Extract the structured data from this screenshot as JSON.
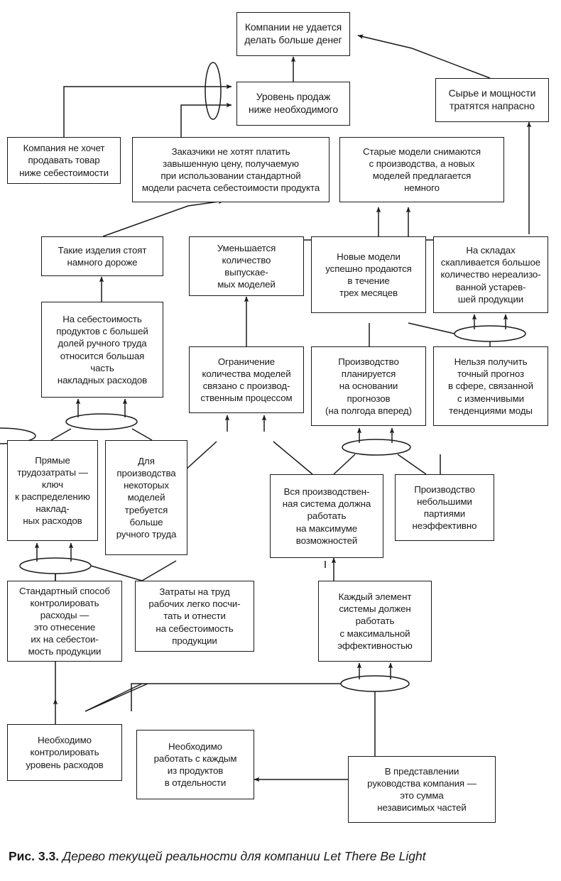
{
  "figure": {
    "caption_number": "Рис. 3.3.",
    "caption_text": "Дерево текущей реальности для компании Let There Be Light",
    "type": "current-reality-tree",
    "line_color": "#1a1a1a",
    "box_fill": "#ffffff"
  },
  "nodes": [
    {
      "id": "n1",
      "text": "Компании не удается\nделать больше денег"
    },
    {
      "id": "n2",
      "text": "Уровень продаж\nниже необходимого"
    },
    {
      "id": "n3",
      "text": "Сырье и мощности\nтратятся напрасно"
    },
    {
      "id": "n4",
      "text": "Компания не хочет\nпродавать товар\nниже себестоимости"
    },
    {
      "id": "n5",
      "text": "Заказчики не хотят платить\nзавышенную цену, получаемую\nпри использовании стандартной\nмодели расчета себестоимости продукта"
    },
    {
      "id": "n6",
      "text": "Старые модели снимаются\nс производства, а новых\nмоделей предлагается\nнемного"
    },
    {
      "id": "n7",
      "text": "Такие изделия стоят\nнамного дороже"
    },
    {
      "id": "n8",
      "text": "Уменьшается\nколичество\nвыпускае-\nмых моделей"
    },
    {
      "id": "n9",
      "text": "Новые модели\nуспешно продаются\nв течение\nтрех месяцев"
    },
    {
      "id": "n10",
      "text": "На складах\nскапливается большое\nколичество нереализо-\nванной устарев-\nшей продукции"
    },
    {
      "id": "n11",
      "text": "На себестоимость\nпродуктов с большей\nдолей ручного труда\nотносится большая\nчасть\nнакладных расходов"
    },
    {
      "id": "n12",
      "text": "Ограничение\nколичества моделей\nсвязано с производ-\nственным процессом"
    },
    {
      "id": "n13",
      "text": "Производство\nпланируется\nна основании\nпрогнозов\n(на полгода вперед)"
    },
    {
      "id": "n14",
      "text": "Нельзя получить\nточный прогноз\nв сфере, связанной\nс изменчивыми\nтенденциями моды"
    },
    {
      "id": "n15",
      "text": "Прямые\nтрудозатраты —\nключ\nк распределению\nнаклад-\nных расходов"
    },
    {
      "id": "n16",
      "text": "Для\nпроизводства\nнекоторых\nмоделей\nтребуется\nбольше\nручного труда"
    },
    {
      "id": "n17",
      "text": "Вся производствен-\nная система должна\nработать\nна максимуме\nвозможностей"
    },
    {
      "id": "n18",
      "text": "Производство\nнебольшими\nпартиями\nнеэффективно"
    },
    {
      "id": "n19",
      "text": "Стандартный способ\nконтролировать\nрасходы —\nэто отнесение\nих на себестои-\nмость продукции"
    },
    {
      "id": "n20",
      "text": "Затраты на труд\nрабочих легко посчи-\nтать и отнести\nна себестоимость\nпродукции"
    },
    {
      "id": "n21",
      "text": "Каждый элемент\nсистемы должен\nработать\nс максимальной\nэффективностью"
    },
    {
      "id": "n22",
      "text": "Необходимо\nконтролировать\nуровень расходов"
    },
    {
      "id": "n23",
      "text": "Необходимо\nработать с каждым\nиз продуктов\nв отдельности"
    },
    {
      "id": "n24",
      "text": "В представлении\nруководства компания —\nэто сумма\nнезависимых частей"
    }
  ],
  "connectors": [
    {
      "id": "c1",
      "shape": "ellipse-vertical",
      "meaning": "and-connector"
    },
    {
      "id": "c2",
      "shape": "ellipse-horizontal",
      "meaning": "and-connector"
    },
    {
      "id": "c3",
      "shape": "ellipse-horizontal",
      "meaning": "and-connector"
    },
    {
      "id": "c4",
      "shape": "ellipse-horizontal",
      "meaning": "and-connector"
    },
    {
      "id": "c5",
      "shape": "ellipse-horizontal",
      "meaning": "and-connector"
    },
    {
      "id": "c6",
      "shape": "ellipse-horizontal",
      "meaning": "and-connector"
    },
    {
      "id": "c7",
      "shape": "ellipse-horizontal",
      "meaning": "and-connector"
    }
  ]
}
